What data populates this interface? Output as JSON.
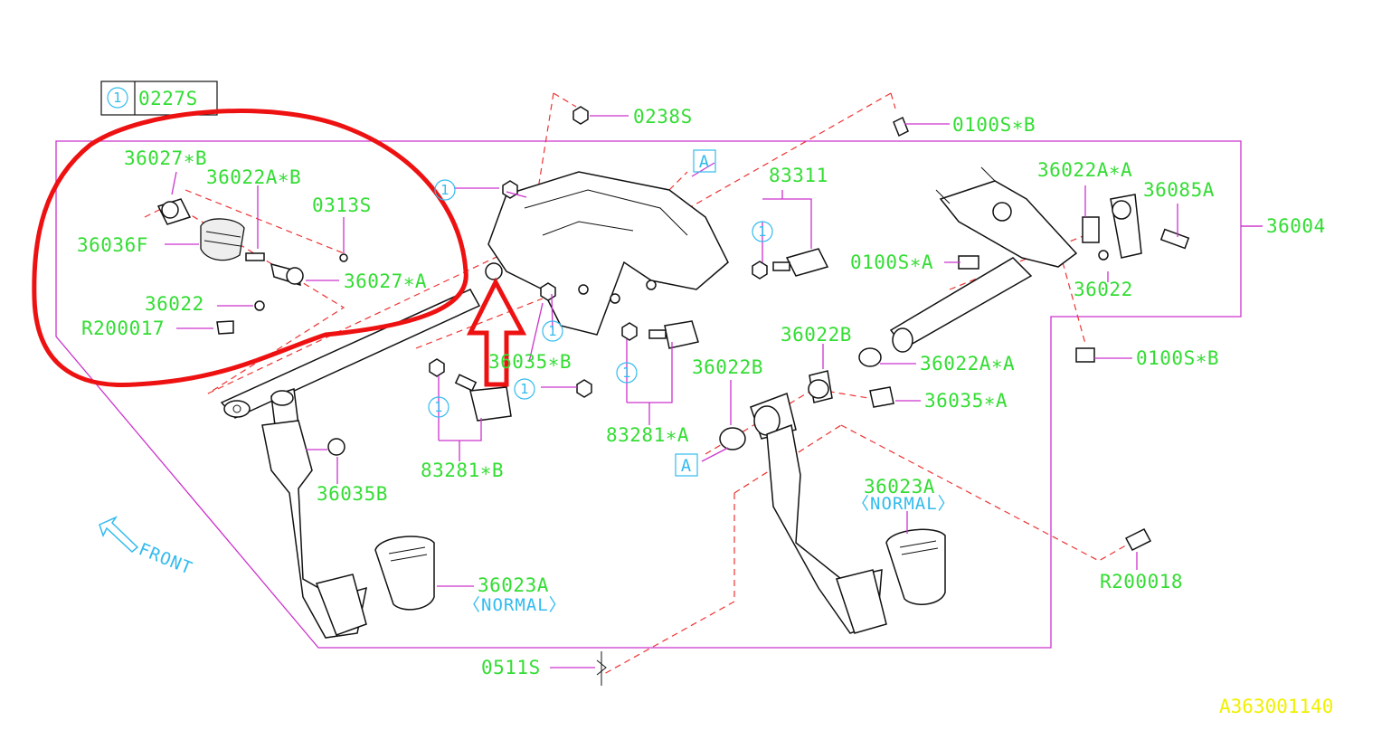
{
  "legend": {
    "number": "1",
    "code": "0227S"
  },
  "watermark": "A363001140",
  "front_label": "FRONT",
  "ref_marker": "A",
  "circle_marker": "1",
  "labels": {
    "p0238S": "0238S",
    "p0100S_B_top": "0100S∗B",
    "p0100S_B_bottom": "0100S∗B",
    "p0100S_A": "0100S∗A",
    "p36027_B": "36027∗B",
    "p36022A_B": "36022A∗B",
    "p0313S": "0313S",
    "p36036F": "36036F",
    "p36027_A": "36027∗A",
    "p36022_left": "36022",
    "pR200017": "R200017",
    "p36035_B": "36035∗B",
    "p83311": "83311",
    "p36022A_A_top": "36022A∗A",
    "p36085A": "36085A",
    "p36004": "36004",
    "p36022_right": "36022",
    "p36022B_upper": "36022B",
    "p36022B_lower": "36022B",
    "p36022A_A_mid": "36022A∗A",
    "p36035_A": "36035∗A",
    "p83281_A": "83281∗A",
    "p83281_B": "83281∗B",
    "p36035B": "36035B",
    "p36023A_right": "36023A",
    "p36023A_left": "36023A",
    "normal_right": "〈NORMAL〉",
    "normal_left": "〈NORMAL〉",
    "pR200018": "R200018",
    "p0511S": "0511S"
  },
  "colors": {
    "label_green": "#33dd33",
    "leader_magenta": "#cc33cc",
    "reference_red_dashed": "#ee3333",
    "annotation_red": "#ee1111",
    "marker_blue": "#33bbee",
    "watermark_yellow": "#f0f000"
  }
}
